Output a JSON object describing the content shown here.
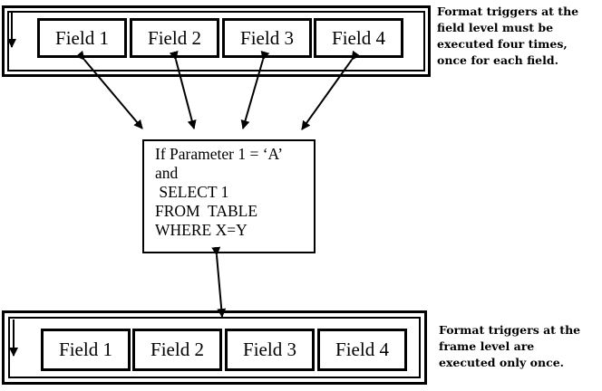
{
  "top_frame": {
    "fields": [
      "Field 1",
      "Field 2",
      "Field 3",
      "Field 4"
    ],
    "note_lines": [
      "Format triggers at the",
      "field level must be",
      "executed four times,",
      "once for each field."
    ]
  },
  "logic_box": {
    "lines": [
      "If Parameter 1 = ‘A’",
      "and",
      " SELECT 1",
      "FROM  TABLE",
      "WHERE X=Y"
    ]
  },
  "bottom_frame": {
    "fields": [
      "Field 1",
      "Field 2",
      "Field 3",
      "Field 4"
    ],
    "note_lines": [
      "Format triggers at the",
      "frame level are",
      "executed only once."
    ]
  }
}
